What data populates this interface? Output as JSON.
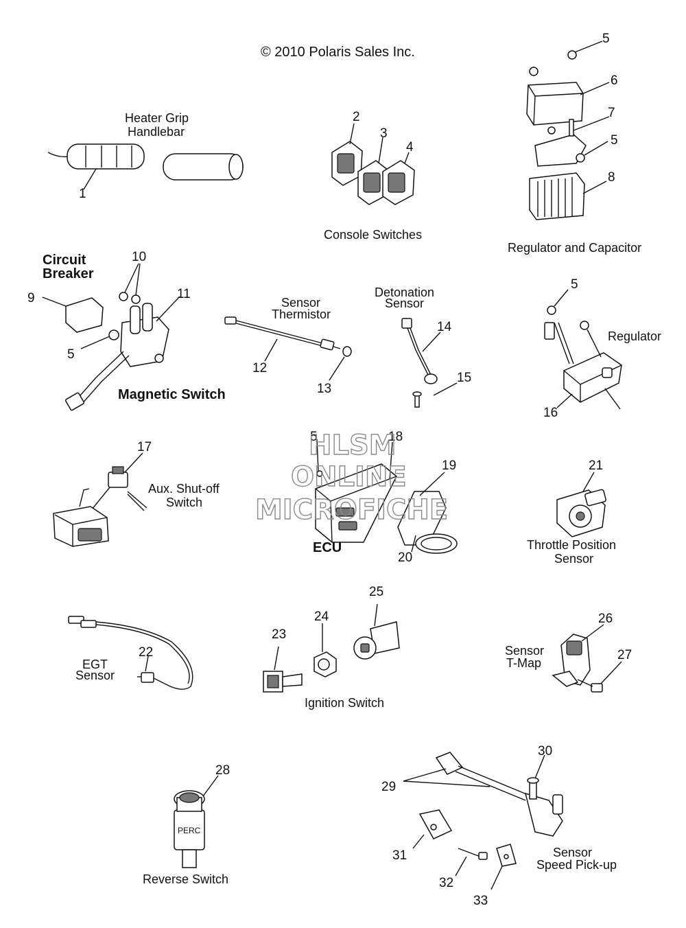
{
  "copyright": "© 2010 Polaris Sales Inc.",
  "watermark": [
    "HLSM",
    "ONLINE",
    "MICROFICHE"
  ],
  "captions": {
    "heater_grip": "Heater Grip",
    "handlebar": "Handlebar",
    "console_switches": "Console Switches",
    "regulator_capacitor": "Regulator and Capacitor",
    "circuit": "Circuit",
    "breaker": "Breaker",
    "magnetic_switch": "Magnetic Switch",
    "sensor_thermistor_1": "Sensor",
    "sensor_thermistor_2": "Thermistor",
    "detonation_1": "Detonation",
    "detonation_2": "Sensor",
    "regulator": "Regulator",
    "aux_1": "Aux. Shut-off",
    "aux_2": "Switch",
    "ecu": "ECU",
    "tps_1": "Throttle Position",
    "tps_2": "Sensor",
    "egt_1": "EGT",
    "egt_2": "Sensor",
    "ignition_switch": "Ignition Switch",
    "tmap_1": "Sensor",
    "tmap_2": "T-Map",
    "reverse_switch": "Reverse Switch",
    "speed_1": "Sensor",
    "speed_2": "Speed Pick-up",
    "perc": "PERC"
  },
  "callouts": {
    "n1": "1",
    "n2": "2",
    "n3": "3",
    "n4": "4",
    "n5a": "5",
    "n5b": "5",
    "n5c": "5",
    "n5d": "5",
    "n5e": "5",
    "n6": "6",
    "n7": "7",
    "n8": "8",
    "n9": "9",
    "n10": "10",
    "n11": "11",
    "n12": "12",
    "n13": "13",
    "n14": "14",
    "n15": "15",
    "n16": "16",
    "n17": "17",
    "n18": "18",
    "n19": "19",
    "n20": "20",
    "n21": "21",
    "n22": "22",
    "n23": "23",
    "n24": "24",
    "n25": "25",
    "n26": "26",
    "n27": "27",
    "n28": "28",
    "n29": "29",
    "n30": "30",
    "n31": "31",
    "n32": "32",
    "n33": "33"
  }
}
